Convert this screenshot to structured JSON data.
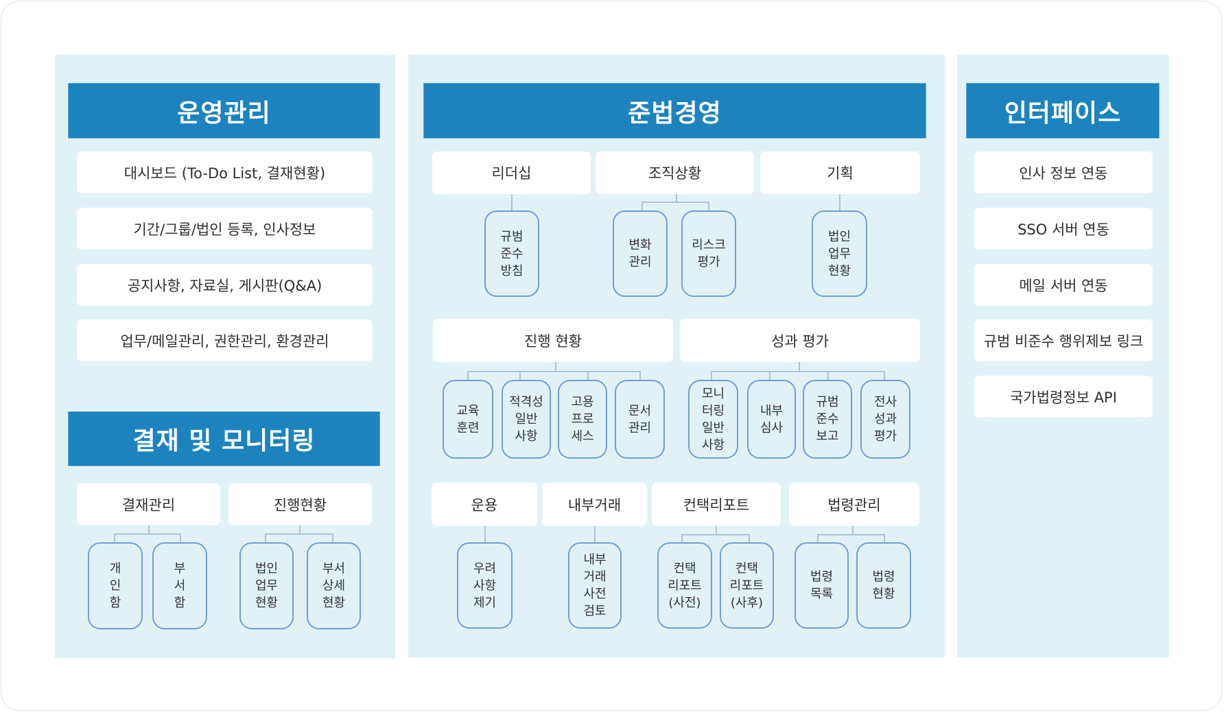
{
  "colors": {
    "header_bg": "#1c83be",
    "panel_bg": "#e1f2f7",
    "leaf_border": "#6f9fd6",
    "connector": "#a9c6d8"
  },
  "operations": {
    "title": "운영관리",
    "items": [
      "대시보드 (To-Do List, 결재현황)",
      "기간/그룹/법인 등록, 인사정보",
      "공지사항, 자료실, 게시판(Q&A)",
      "업무/메일관리, 권한관리, 환경관리"
    ]
  },
  "approval": {
    "title": "결재 및 모니터링",
    "groups": [
      {
        "label": "결재관리",
        "leaves": [
          "개\n인\n함",
          "부\n서\n함"
        ]
      },
      {
        "label": "진행현황",
        "leaves": [
          "법인\n업무\n현황",
          "부서\n상세\n현황"
        ]
      }
    ]
  },
  "compliance": {
    "title": "준법경영",
    "row1": [
      {
        "label": "리더십",
        "leaves": [
          "규범\n준수\n방침"
        ]
      },
      {
        "label": "조직상황",
        "leaves": [
          "변화\n관리",
          "리스크\n평가"
        ]
      },
      {
        "label": "기획",
        "leaves": [
          "법인\n업무\n현황"
        ]
      }
    ],
    "row2": [
      {
        "label": "진행 현황",
        "leaves": [
          "교육\n훈련",
          "적격성\n일반\n사항",
          "고용\n프로\n세스",
          "문서\n관리"
        ]
      },
      {
        "label": "성과 평가",
        "leaves": [
          "모니\n터링\n일반\n사항",
          "내부\n심사",
          "규범\n준수\n보고",
          "전사\n성과\n평가"
        ]
      }
    ],
    "row3": [
      {
        "label": "운용",
        "leaves": [
          "우려\n사항\n제기"
        ]
      },
      {
        "label": "내부거래",
        "leaves": [
          "내부\n거래\n사전\n검토"
        ]
      },
      {
        "label": "컨택리포트",
        "leaves": [
          "컨택\n리포트\n(사전)",
          "컨택\n리포트\n(사후)"
        ]
      },
      {
        "label": "법령관리",
        "leaves": [
          "법령\n목록",
          "법령\n현황"
        ]
      }
    ]
  },
  "interface": {
    "title": "인터페이스",
    "items": [
      "인사 정보 연동",
      "SSO 서버 연동",
      "메일 서버 연동",
      "규범 비준수 행위제보 링크",
      "국가법령정보 API"
    ]
  }
}
